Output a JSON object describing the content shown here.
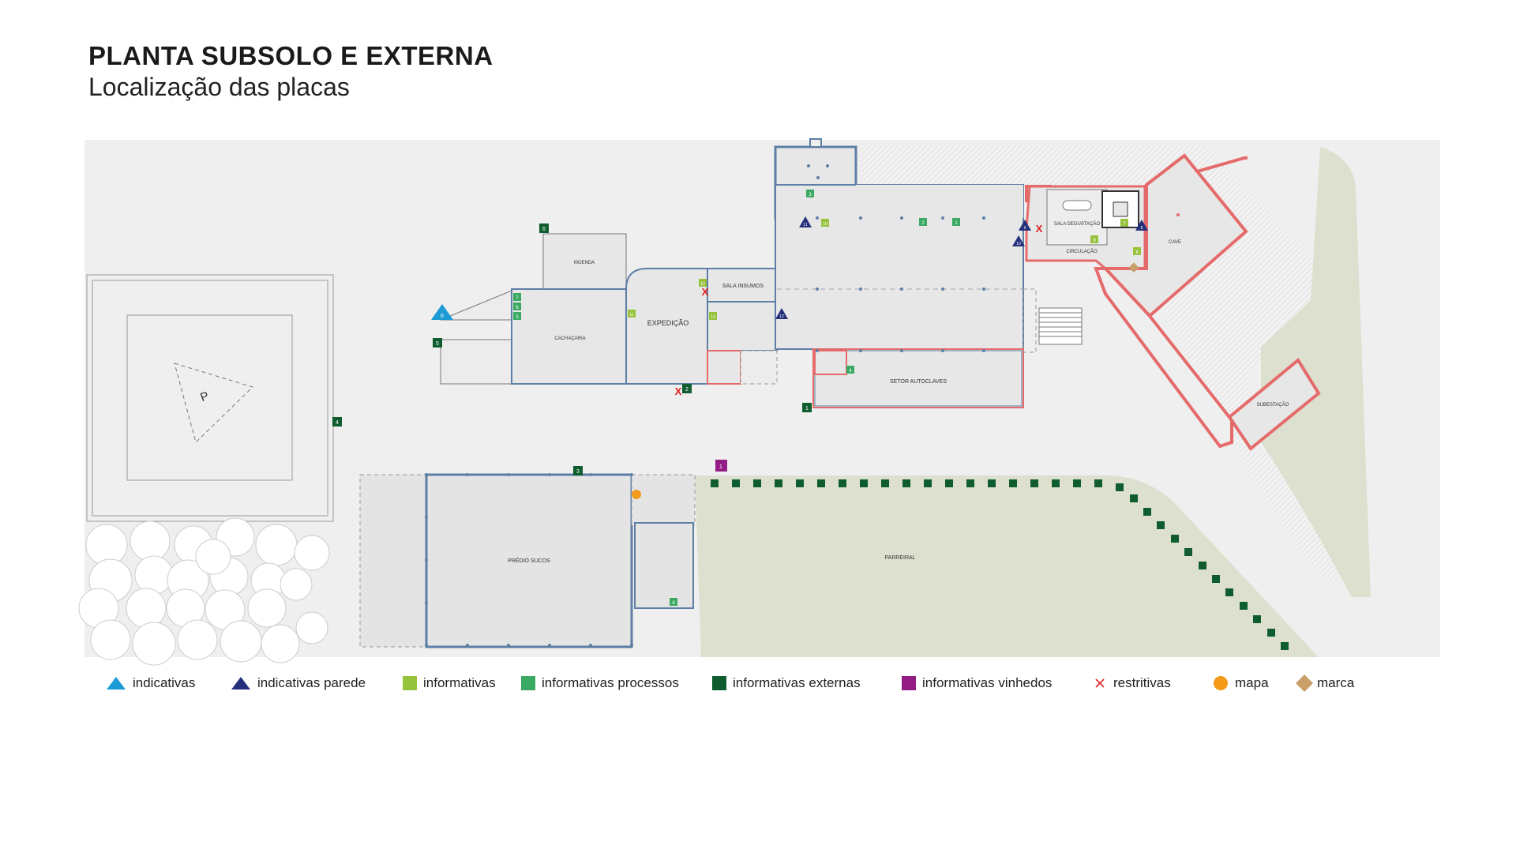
{
  "header": {
    "title": "PLANTA SUBSOLO E EXTERNA",
    "subtitle": "Localização das placas"
  },
  "colors": {
    "indicativas": "#1b9ad6",
    "indicativas_parede": "#24307a",
    "informativas": "#97c23c",
    "informativas_processos": "#3aaa63",
    "informativas_externas": "#0f5c2e",
    "informativas_vinhedos": "#931c84",
    "restritivas": "#e02020",
    "mapa": "#f39a1b",
    "marca": "#c9a06a",
    "wall": "#5d7fa6",
    "red_wall": "#e56b6b",
    "vineyard": "#dde0cf",
    "ground": "#efefef",
    "building": "#e7e7e7"
  },
  "rooms": {
    "moenda": "MOENDA",
    "cachacaria": "CACHAÇARIA",
    "expedicao": "EXPEDIÇÃO",
    "sala_insumos": "SALA INSUMOS",
    "setor_autoclaves": "SETOR AUTOCLAVES",
    "sala_degustacao": "SALA DEGUSTAÇÃO",
    "circulacao": "CIRCULAÇÃO",
    "cave": "CAVE",
    "subestacao": "SUBESTAÇÃO",
    "predio_sucos": "PRÉDIO SUCOS",
    "parreiral": "PARREIRAL",
    "parking": "P"
  },
  "signs": {
    "ext_6": "6",
    "ext_5": "5",
    "ext_4": "4",
    "ext_3": "3",
    "ext_2": "2",
    "ext_1": "1",
    "proc_7": "7",
    "proc_6": "6",
    "proc_5": "5",
    "proc_3": "3",
    "proc_2": "2",
    "proc_1": "1",
    "proc_4": "4",
    "proc_8": "8",
    "info_11": "11",
    "info_12": "12",
    "info_13": "13",
    "info_10": "10",
    "info_9": "9",
    "info_7": "7",
    "info_8": "8",
    "ind_6": "6",
    "par_11": "11",
    "par_12": "12",
    "par_10": "10",
    "par_9": "9",
    "par_8": "8",
    "vin_1": "1",
    "restrict": "X"
  },
  "legend": [
    {
      "key": "indicativas",
      "label": "indicativas",
      "shape": "triangle"
    },
    {
      "key": "indicativas_parede",
      "label": "indicativas parede",
      "shape": "triangle"
    },
    {
      "key": "informativas",
      "label": "informativas",
      "shape": "square"
    },
    {
      "key": "informativas_processos",
      "label": "informativas processos",
      "shape": "square"
    },
    {
      "key": "informativas_externas",
      "label": "informativas externas",
      "shape": "square"
    },
    {
      "key": "informativas_vinhedos",
      "label": "informativas vinhedos",
      "shape": "square"
    },
    {
      "key": "restritivas",
      "label": "restritivas",
      "shape": "x"
    },
    {
      "key": "mapa",
      "label": "mapa",
      "shape": "circle"
    },
    {
      "key": "marca",
      "label": "marca",
      "shape": "diamond"
    }
  ]
}
